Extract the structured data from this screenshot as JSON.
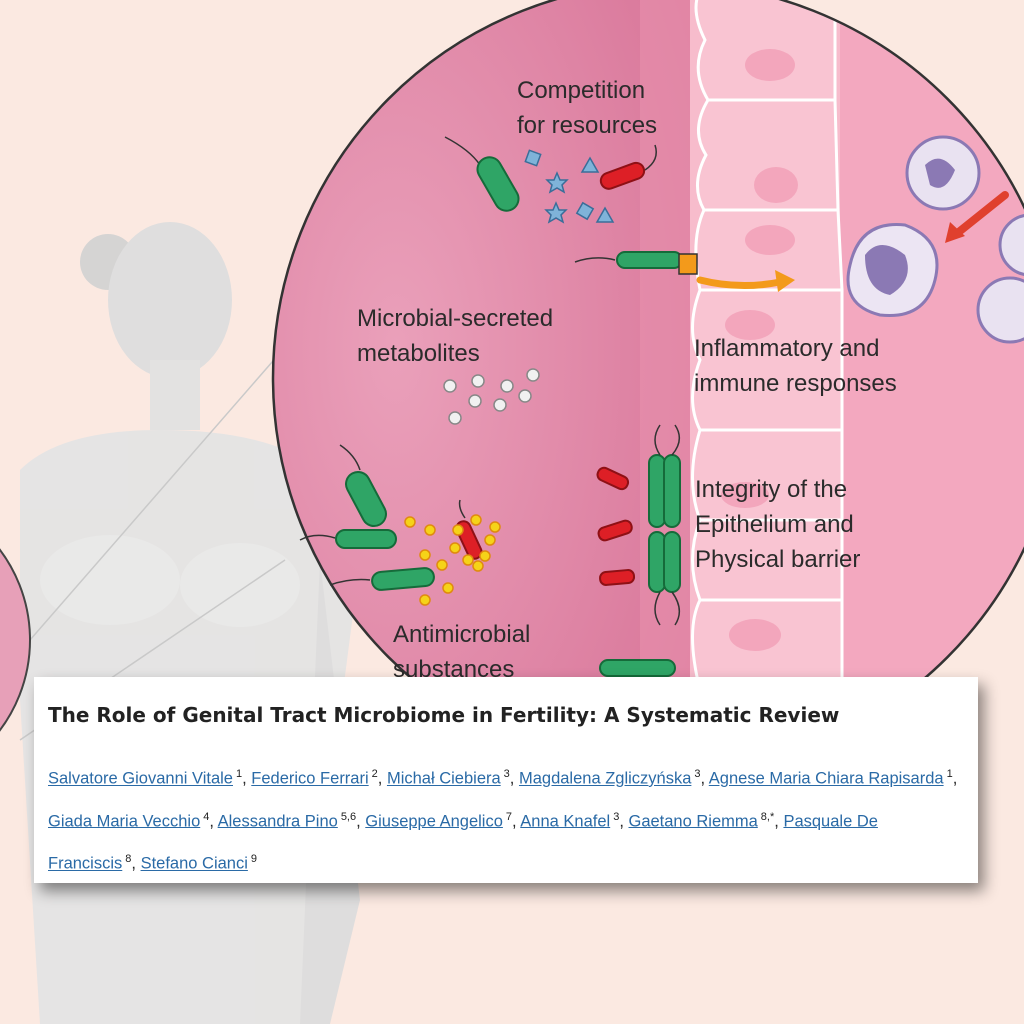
{
  "colors": {
    "background": "#fbe9e1",
    "lumen_pink": "#e68bab",
    "epithelium_pink": "#f6b8c9",
    "bacteria_green": "#2fa566",
    "bacteria_red": "#dd1f26",
    "nutrient_blue": "#7fb3d9",
    "antimicrobial_yellow": "#f5d318",
    "arrow_orange": "#f39a1b",
    "arrow_red": "#e0402e",
    "immune_purple": "#b49ccc",
    "link_blue": "#2a6aa6"
  },
  "illustration": {
    "labels": {
      "competition": [
        "Competition",
        "for resources"
      ],
      "metabolites": [
        "Microbial-secreted",
        "metabolites"
      ],
      "inflammatory": [
        "Inflammatory and",
        "immune responses"
      ],
      "integrity": [
        "Integrity of the",
        "Epithelium and",
        "Physical barrier"
      ],
      "antimicrobial": [
        "Antimicrobial",
        "substances"
      ]
    }
  },
  "article": {
    "title": "The Role of Genital Tract Microbiome in Fertility: A Systematic Review",
    "authors": [
      {
        "name": "Salvatore Giovanni Vitale",
        "aff": "1"
      },
      {
        "name": "Federico Ferrari",
        "aff": "2"
      },
      {
        "name": "Michał Ciebiera",
        "aff": "3"
      },
      {
        "name": "Magdalena Zgliczyńska",
        "aff": "3"
      },
      {
        "name": "Agnese Maria Chiara Rapisarda",
        "aff": "1"
      },
      {
        "name": "Giada Maria Vecchio",
        "aff": "4"
      },
      {
        "name": "Alessandra Pino",
        "aff": "5,6"
      },
      {
        "name": "Giuseppe Angelico",
        "aff": "7"
      },
      {
        "name": "Anna Knafel",
        "aff": "3"
      },
      {
        "name": "Gaetano Riemma",
        "aff": "8,*"
      },
      {
        "name": "Pasquale De Franciscis",
        "aff": "8"
      },
      {
        "name": "Stefano Cianci",
        "aff": "9"
      }
    ]
  }
}
